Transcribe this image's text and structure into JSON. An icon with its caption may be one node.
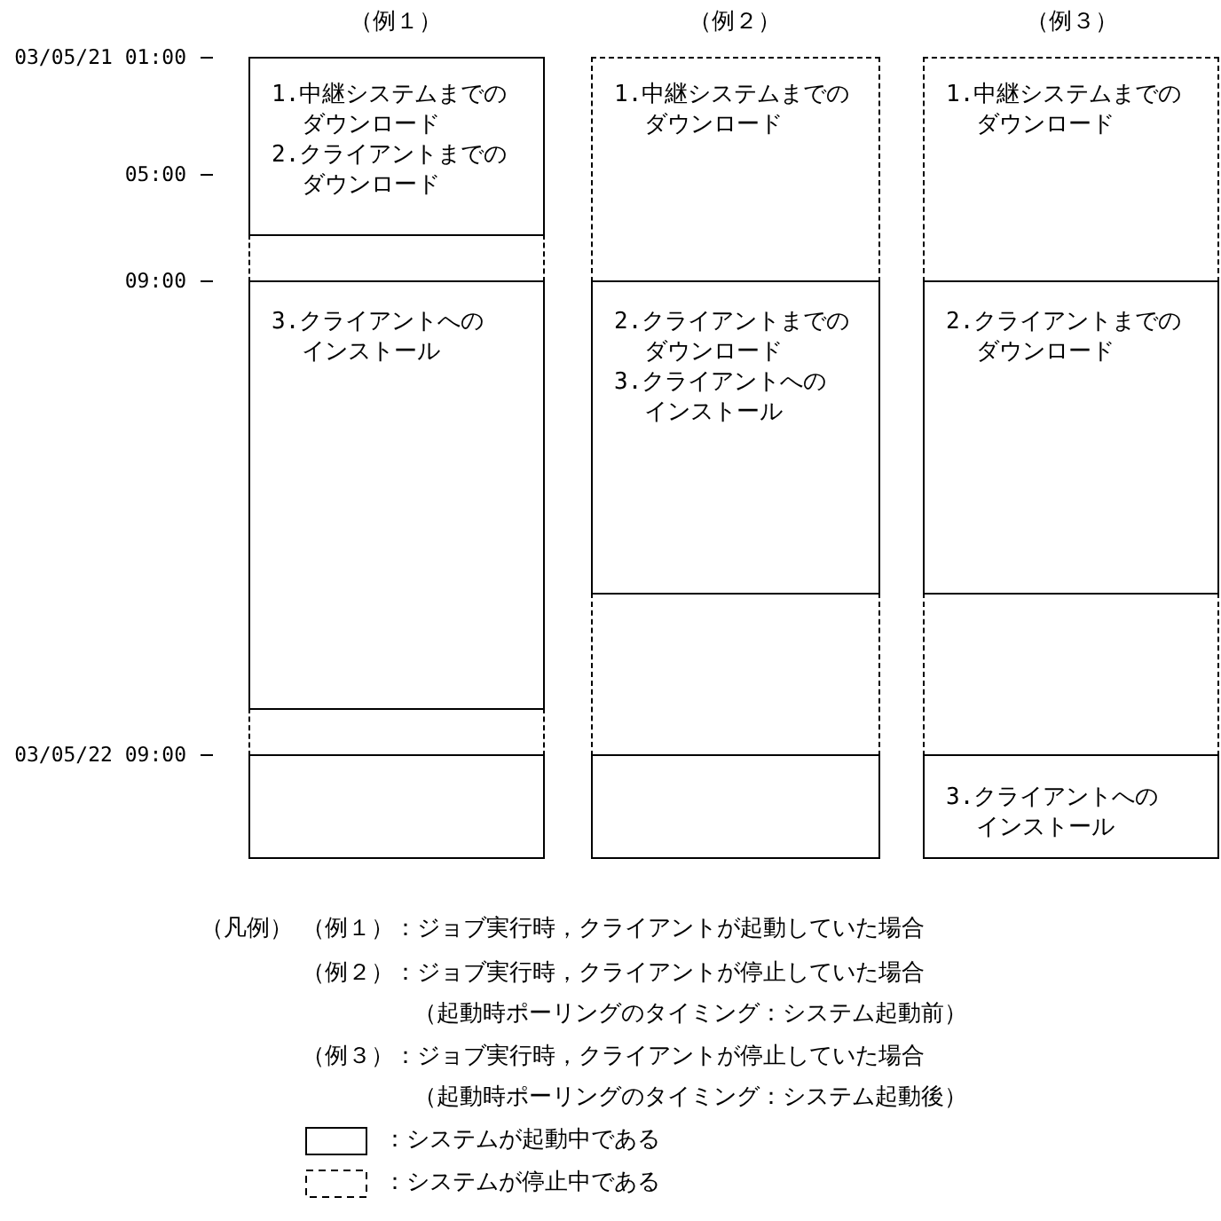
{
  "diagram": {
    "nodes": [
      {
        "text": [
          "1.中継システムまでのダウンロード",
          "2.クライアントまでのダウンロード"
        ]
      },
      {
        "text": [],
        "shape": "box"
      },
      {
        "text": [
          "3.クライアントへのインストール"
        ]
      },
      {
        "text": [],
        "shape": "box"
      },
      {
        "text": [],
        "shape": "box"
      },
      {
        "text": [
          "1.中継システムまでのダウンロード"
        ]
      },
      {
        "text": [
          "2.クライアントまでのダウンロード",
          "3.クライアントへのインストール"
        ]
      },
      {
        "text": [],
        "shape": "box"
      },
      {
        "text": [],
        "shape": "box"
      },
      {
        "text": [
          "1.中継システムまでのダウンロード"
        ]
      },
      {
        "text": [
          "2.クライアントまでのダウンロード"
        ]
      },
      {
        "text": [],
        "shape": "box"
      },
      {
        "text": [
          "3.クライアントへのインストール"
        ]
      }
    ],
    "edges": [],
    "labels": [
      "（例１）",
      "（例２）",
      "（例３）",
      "03/05/21 01:00",
      "05:00",
      "09:00",
      "03/05/22 09:00",
      "（凡例）",
      "（例１）：ジョブ実行時，クライアントが起動していた場合",
      "（例２）：ジョブ実行時，クライアントが停止していた場合",
      "（起動時ポーリングのタイミング：システム起動前）",
      "（例３）：ジョブ実行時，クライアントが停止していた場合",
      "（起動時ポーリングのタイミング：システム起動後）"
    ],
    "legend": [
      {
        "text": "：システムが起動中である"
      },
      {
        "text": "：システムが停止中である"
      }
    ]
  }
}
